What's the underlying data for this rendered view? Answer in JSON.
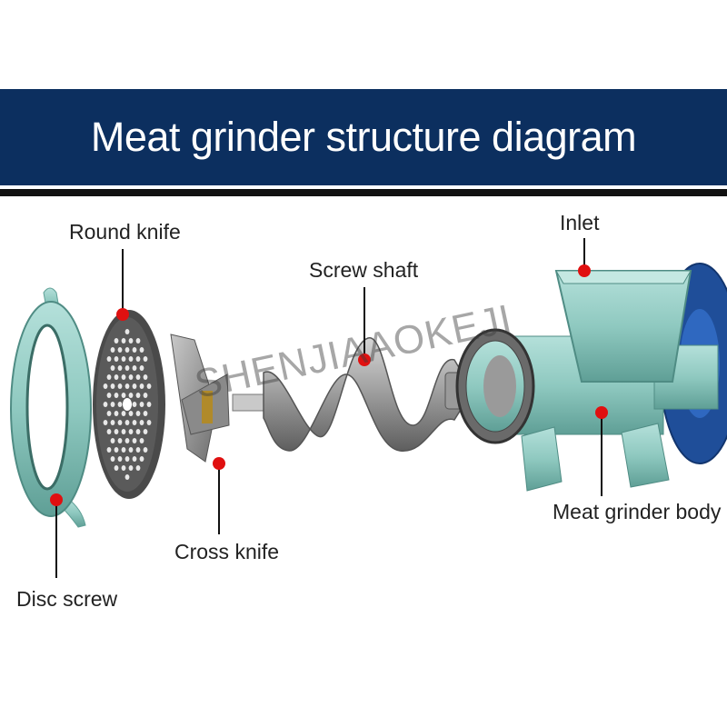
{
  "title": "Meat grinder structure diagram",
  "watermark": "SHENJIAAOKEJI",
  "labels": {
    "round_knife": "Round knife",
    "screw_shaft": "Screw shaft",
    "inlet": "Inlet",
    "cross_knife": "Cross knife",
    "meat_grinder_body": "Meat grinder body",
    "disc_screw": "Disc screw"
  },
  "colors": {
    "banner": "#0c2f5f",
    "machine_green": "#8fc9c0",
    "marker_red": "#e01010",
    "steel": "#9a9a9a",
    "wheel_blue": "#1f4e99"
  }
}
